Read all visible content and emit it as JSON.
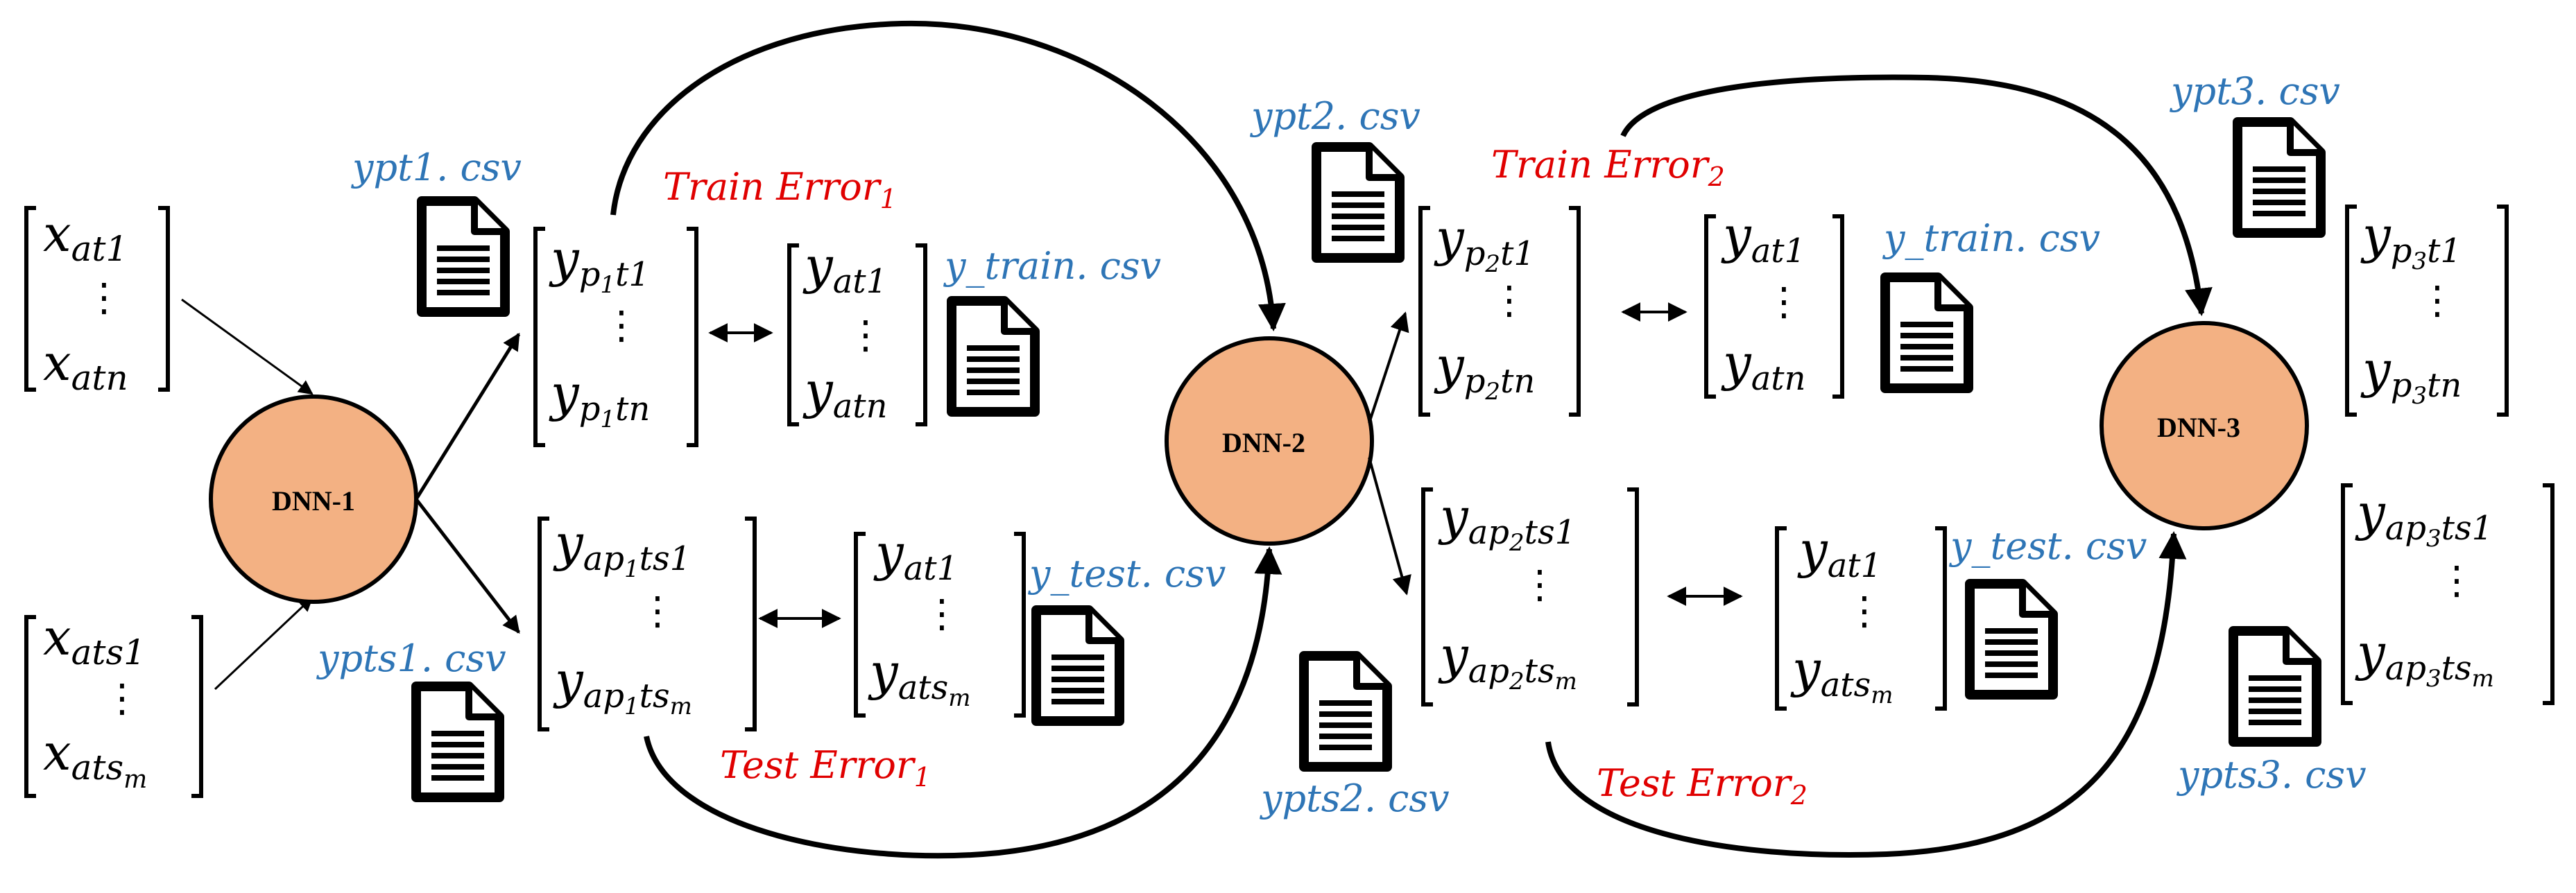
{
  "colors": {
    "node_fill": "#f3b183",
    "filename": "#2e75b6",
    "error": "#e00000",
    "ink": "#000000"
  },
  "nodes": {
    "dnn1": "DNN-1",
    "dnn2": "DNN-2",
    "dnn3": "DNN-3"
  },
  "inputs": {
    "train": {
      "top": "x",
      "top_sub": "at1",
      "bottom": "x",
      "bottom_sub": "atn",
      "dots": "⋮"
    },
    "test": {
      "top": "x",
      "top_sub": "ats1",
      "bottom": "x",
      "bottom_sub": "ats",
      "bottom_subsub": "m",
      "dots": "⋮"
    }
  },
  "stage1": {
    "train_pred": {
      "top": "y",
      "sub": "p",
      "subsub": "1",
      "top_tail": "t1",
      "bottom_tail": "tn",
      "dots": "⋮"
    },
    "train_actual": {
      "top": "y",
      "top_sub": "at1",
      "bottom": "y",
      "bottom_sub": "atn",
      "dots": "⋮"
    },
    "test_pred": {
      "top": "y",
      "sub": "ap",
      "subsub": "1",
      "top_tail": "ts1",
      "bottom_tail": "ts",
      "bottom_tailsub": "m",
      "dots": "⋮"
    },
    "test_actual": {
      "top": "y",
      "top_sub": "at1",
      "bottom": "y",
      "bottom_sub": "ats",
      "bottom_subsub": "m",
      "dots": "⋮"
    },
    "files": {
      "ypt": "ypt1. csv",
      "ypts": "ypts1. csv",
      "ytrain": "y_train. csv",
      "ytest": "y_test. csv"
    },
    "train_error": {
      "label": "Train Error",
      "sub": "1"
    },
    "test_error": {
      "label": "Test Error",
      "sub": "1"
    }
  },
  "stage2": {
    "train_pred": {
      "top": "y",
      "sub": "p",
      "subsub": "2",
      "top_tail": "t1",
      "bottom_tail": "tn",
      "dots": "⋮"
    },
    "train_actual": {
      "top": "y",
      "top_sub": "at1",
      "bottom": "y",
      "bottom_sub": "atn",
      "dots": "⋮"
    },
    "test_pred": {
      "top": "y",
      "sub": "ap",
      "subsub": "2",
      "top_tail": "ts1",
      "bottom_tail": "ts",
      "bottom_tailsub": "m",
      "dots": "⋮"
    },
    "test_actual": {
      "top": "y",
      "top_sub": "at1",
      "bottom": "y",
      "bottom_sub": "ats",
      "bottom_subsub": "m",
      "dots": "⋮"
    },
    "files": {
      "ypt": "ypt2. csv",
      "ypts": "ypts2. csv",
      "ytrain": "y_train. csv",
      "ytest": "y_test. csv"
    },
    "train_error": {
      "label": "Train Error",
      "sub": "2"
    },
    "test_error": {
      "label": "Test Error",
      "sub": "2"
    }
  },
  "stage3": {
    "train_pred": {
      "top": "y",
      "sub": "p",
      "subsub": "3",
      "top_tail": "t1",
      "bottom_tail": "tn",
      "dots": "⋮"
    },
    "test_pred": {
      "top": "y",
      "sub": "ap",
      "subsub": "3",
      "top_tail": "ts1",
      "bottom_tail": "ts",
      "bottom_tailsub": "m",
      "dots": "⋮"
    },
    "files": {
      "ypt": "ypt3. csv",
      "ypts": "ypts3. csv"
    }
  }
}
